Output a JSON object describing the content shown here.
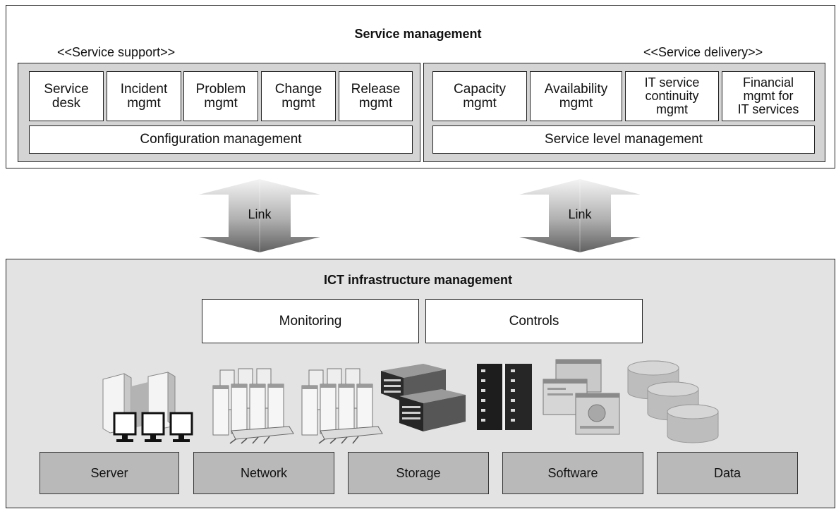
{
  "service_management": {
    "title": "Service management",
    "support_label": "<<Service support>>",
    "delivery_label": "<<Service delivery>>",
    "support_processes": [
      "Service\ndesk",
      "Incident\nmgmt",
      "Problem\nmgmt",
      "Change\nmgmt",
      "Release\nmgmt"
    ],
    "support_base": "Configuration management",
    "delivery_processes": [
      "Capacity\nmgmt",
      "Availability\nmgmt",
      "IT service\ncontinuity\nmgmt",
      "Financial\nmgmt for\nIT services"
    ],
    "delivery_base": "Service level management"
  },
  "links": [
    "Link",
    "Link"
  ],
  "ict": {
    "title": "ICT infrastructure management",
    "functions": [
      "Monitoring",
      "Controls"
    ],
    "categories": [
      "Server",
      "Network",
      "Storage",
      "Software",
      "Data"
    ]
  },
  "colors": {
    "panel_gray": "#d4d4d4",
    "ict_background": "#e3e3e4",
    "category_gray": "#b9b9b9",
    "arrow_light": "#f2f2f2",
    "arrow_dark": "#6f6f6f"
  },
  "icons": [
    "server-terminals-icon",
    "network-equipment-icon",
    "network-equipment-icon",
    "storage-array-icon",
    "software-screens-icon",
    "database-cylinders-icon"
  ]
}
